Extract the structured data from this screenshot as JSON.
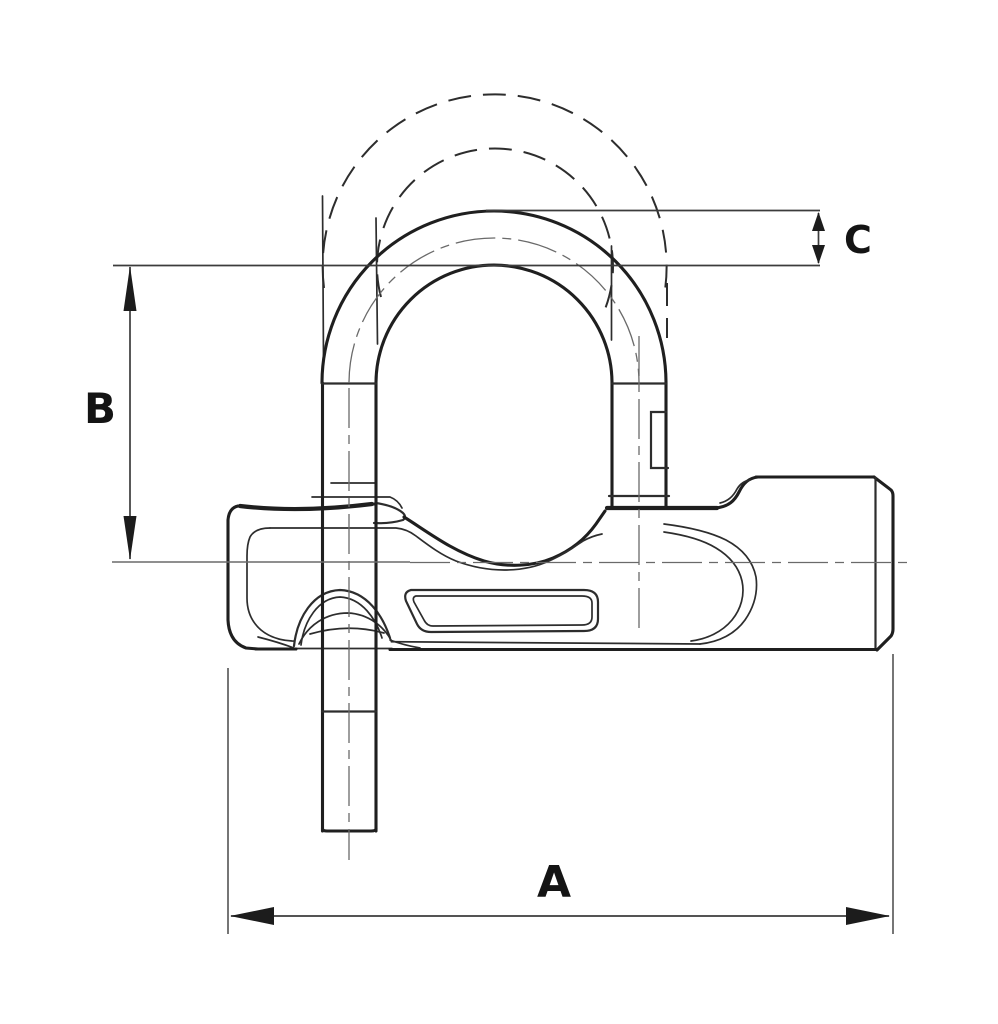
{
  "drawing": {
    "type": "technical-line-drawing",
    "subject": "U-shackle lock, front view, with open-position phantom arcs and dimension callouts",
    "background": "#ffffff"
  },
  "colors": {
    "background": "#ffffff",
    "outline": "#1f1f1f",
    "inner": "#2d2d2d",
    "phantom": "#2d2d2d",
    "centerline": "#6a6a6a",
    "dimension": "#3c3c3c",
    "arrow": "#1c1c1c",
    "label": "#141414"
  },
  "dimensions": {
    "a": {
      "label": "A"
    },
    "b": {
      "label": "B"
    },
    "c": {
      "label": "C"
    }
  }
}
